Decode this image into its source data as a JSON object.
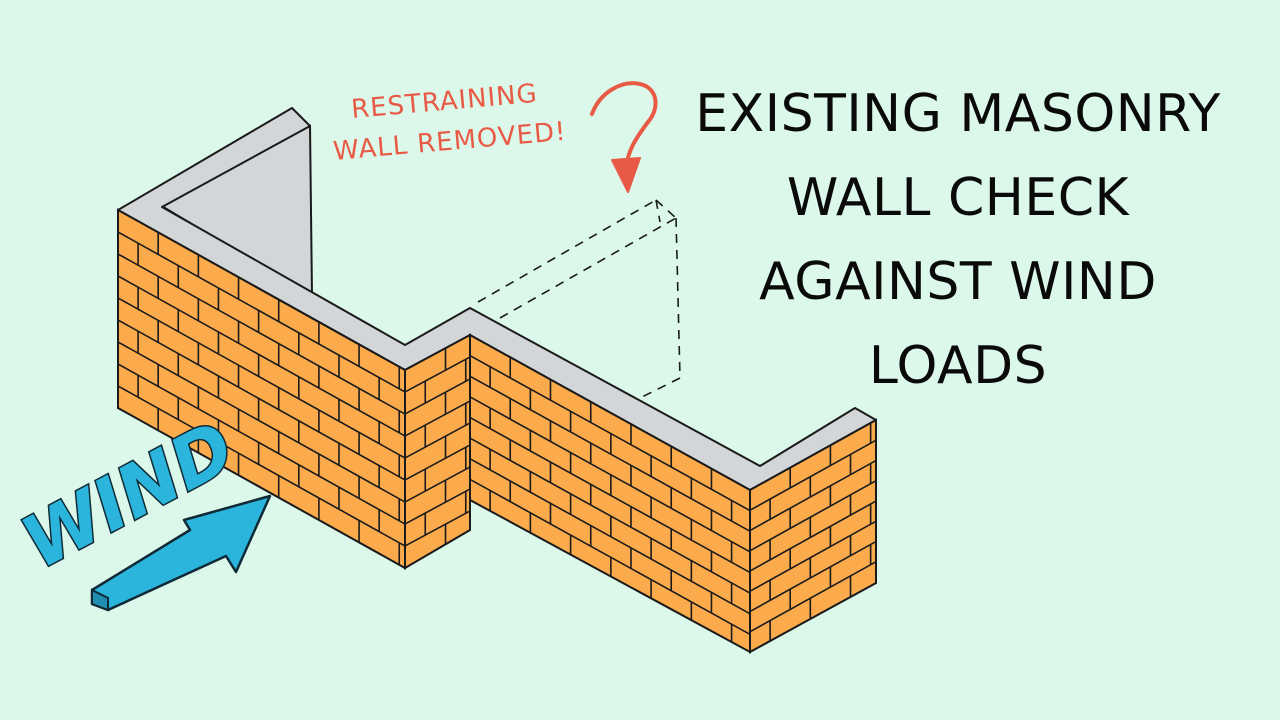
{
  "title": {
    "lines": [
      "EXISTING MASONRY",
      "WALL CHECK",
      "AGAINST WIND",
      "LOADS"
    ]
  },
  "annotation": {
    "lines": [
      "RESTRAINING",
      "WALL REMOVED!"
    ],
    "color": "#e85a45"
  },
  "wind_label": {
    "text": "WIND",
    "color": "#2bb5dc"
  },
  "colors": {
    "background": "#dcf8ea",
    "brick": "#fcab4c",
    "mortar_line": "#1a1a1a",
    "coping": "#d3d6d8",
    "arrow": "#2bb5dc",
    "annotation": "#e85a45"
  },
  "icons": [
    "brick-wall",
    "wind-arrow",
    "question-arrow",
    "dashed-removed-wall"
  ]
}
